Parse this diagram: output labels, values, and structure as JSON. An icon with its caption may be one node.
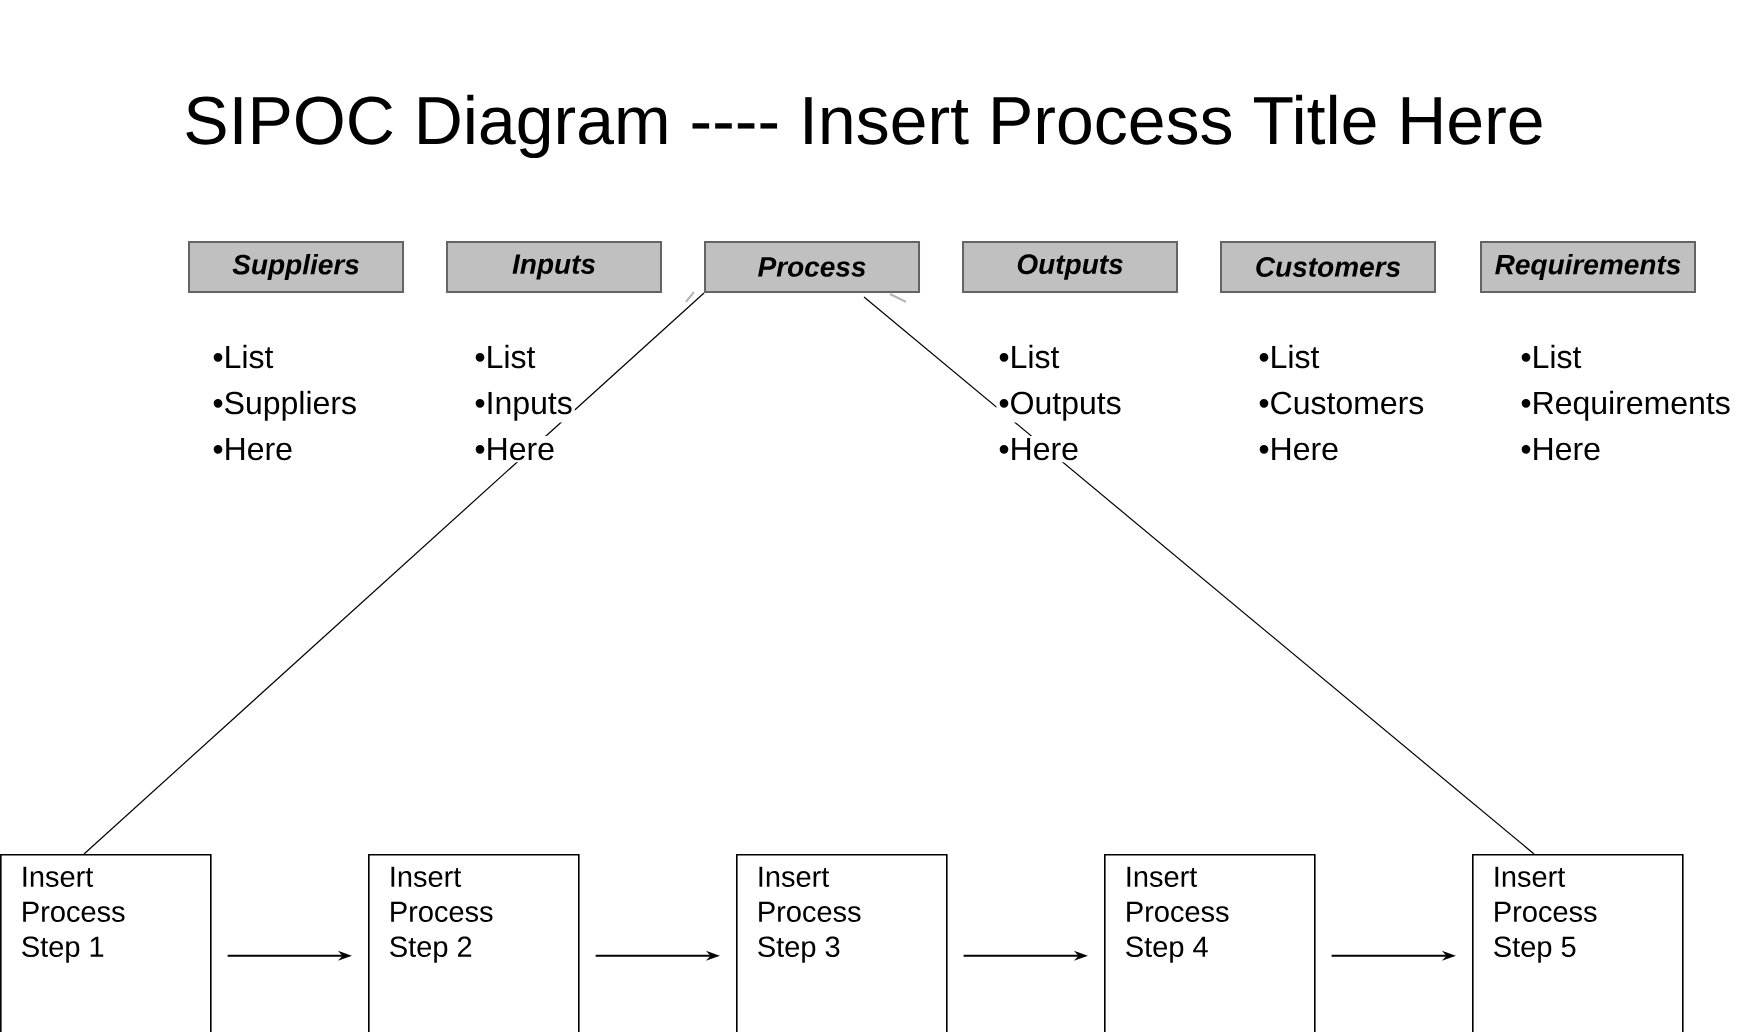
{
  "diagram": {
    "title": "SIPOC Diagram ----  Insert Process Title Here",
    "nodes": [
      {
        "text": [
          "Suppliers"
        ]
      },
      {
        "text": [
          "Inputs"
        ]
      },
      {
        "text": [
          "Process"
        ]
      },
      {
        "text": [
          "Outputs"
        ]
      },
      {
        "text": [
          "Customers"
        ]
      },
      {
        "text": [
          "Requirements"
        ]
      },
      {
        "text": [
          "Insert Process Step 1"
        ]
      },
      {
        "text": [
          "Insert Process Step 2"
        ]
      },
      {
        "text": [
          "Insert Process Step 3"
        ]
      },
      {
        "text": [
          "Insert Process Step 4"
        ]
      },
      {
        "text": [
          "Insert Process Step 5"
        ]
      }
    ],
    "edges": [
      {
        "from": 6,
        "to": 7,
        "arrow": "to"
      },
      {
        "from": 7,
        "to": 8,
        "arrow": "to"
      },
      {
        "from": 8,
        "to": 9,
        "arrow": "to"
      },
      {
        "from": 9,
        "to": 10,
        "arrow": "to"
      },
      {
        "from": 2,
        "to": 6,
        "arrow": "none"
      },
      {
        "from": 2,
        "to": 10,
        "arrow": "none"
      }
    ],
    "labels": [
      "•List",
      "•Suppliers",
      "•Here",
      "•List",
      "•Inputs",
      "•Here",
      "•List",
      "•Outputs",
      "•Here",
      "•List",
      "•Customers",
      "•Here",
      "•List",
      "•Requirements",
      "•Here"
    ]
  }
}
